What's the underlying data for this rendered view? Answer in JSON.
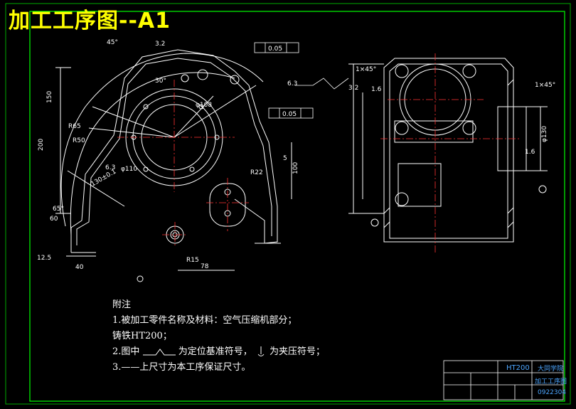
{
  "title": "加工工序图--A1",
  "notes": {
    "heading": "附注",
    "items": [
      "1.被加工零件名称及材料：空气压缩机部分；",
      "铸铁HT200；",
      "2.图中",
      "为定位基准符号，",
      "为夹压符号；",
      "3.——上尺寸为本工序保证尺寸。"
    ]
  },
  "title_block": {
    "material": "HT200",
    "school": "大同学院",
    "drawing_name": "加工工序图",
    "drawing_no": "0922304"
  },
  "dimensions": {
    "d200": "200",
    "d150": "150",
    "d130_1": "130±0.1",
    "d100": "100",
    "d78": "78",
    "d40": "40",
    "d60": "60",
    "d5": "5",
    "d30deg": "30°",
    "d45deg": "45°",
    "d65deg": "65°",
    "phi130": "φ130",
    "phi110": "φ110",
    "phi108": "φ108",
    "r65": "R65",
    "r50": "R50",
    "r15": "R15",
    "r22": "R22",
    "tol_1": "0.05",
    "tol_2": "0.05",
    "chamfer": "1×45°",
    "ra32": "3.2",
    "ra63": "6.3",
    "ra16": "1.6",
    "ra125": "12.5"
  },
  "colors": {
    "background": "#000000",
    "frame": "#00ff00",
    "lines": "#ffffff",
    "centerline": "#ff3333",
    "title": "#ffff00",
    "tb_blue": "#4da6ff"
  }
}
